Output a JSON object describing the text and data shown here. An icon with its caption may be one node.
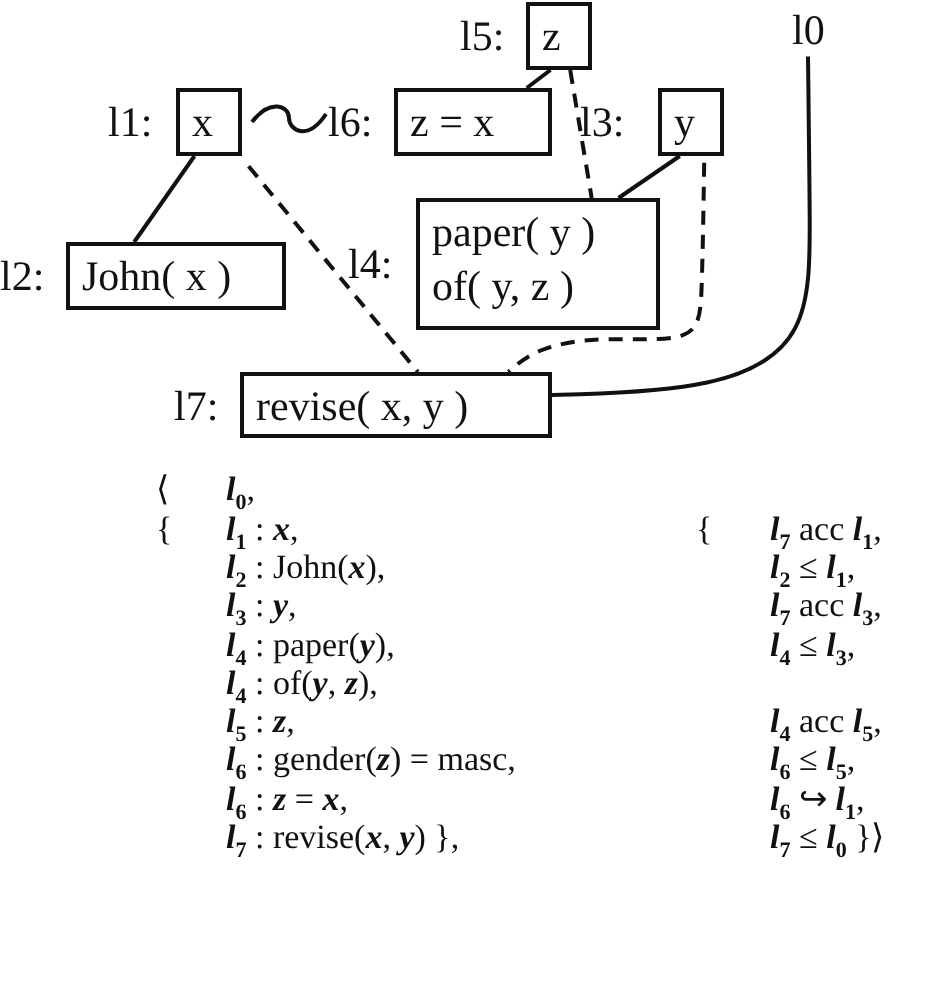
{
  "diagram": {
    "nodes": [
      {
        "text": [
          "l5:",
          "z"
        ]
      },
      {
        "text": [
          "l1:",
          "x"
        ]
      },
      {
        "text": [
          "l6:",
          "z = x"
        ]
      },
      {
        "text": [
          "l3:",
          "y"
        ]
      },
      {
        "text": [
          "l0"
        ]
      },
      {
        "text": [
          "l2:",
          "John( x )"
        ]
      },
      {
        "text": [
          "l4:",
          "paper( y )",
          "of( y, z )"
        ]
      },
      {
        "text": [
          "l7:",
          "revise( x, y )"
        ]
      }
    ],
    "edges": [
      {
        "from": 0,
        "to": 2,
        "arrow": "none"
      },
      {
        "from": 0,
        "to": 6,
        "arrow": "none",
        "style": "dashed"
      },
      {
        "from": 1,
        "to": 5,
        "arrow": "none"
      },
      {
        "from": 1,
        "to": 2,
        "arrow": "none"
      },
      {
        "from": 1,
        "to": 7,
        "arrow": "none",
        "style": "dashed"
      },
      {
        "from": 3,
        "to": 6,
        "arrow": "none"
      },
      {
        "from": 3,
        "to": 7,
        "arrow": "none",
        "style": "dashed"
      },
      {
        "from": 4,
        "to": 7,
        "arrow": "none"
      }
    ],
    "labels": [
      "⟨",
      "*l*$_{0}$,",
      "{",
      "*l*$_{1}$ : *x*,",
      "{",
      "*l*$_{7}$ acc *l*$_{1}$,",
      "*l*$_{2}$ : John(*x*),",
      "*l*$_{2}$ ≤ *l*$_{1}$,",
      "*l*$_{3}$ : *y*,",
      "*l*$_{7}$ acc *l*$_{3}$,",
      "*l*$_{4}$ : paper(*y*),",
      "*l*$_{4}$ ≤ *l*$_{3}$,",
      "*l*$_{4}$ : of(*y*, *z*),",
      "*l*$_{5}$ : *z*,",
      "*l*$_{4}$ acc *l*$_{5}$,",
      "*l*$_{6}$ : gender(*z*) = masc,",
      "*l*$_{6}$ ≤ *l*$_{5}$,",
      "*l*$_{6}$ : *z* = *x*,",
      "*l*$_{6}$ ↪ *l*$_{1}$,",
      "*l*$_{7}$ : revise(*x*, *y*) },",
      "*l*$_{7}$ ≤ *l*$_{0}$ }⟩"
    ]
  }
}
